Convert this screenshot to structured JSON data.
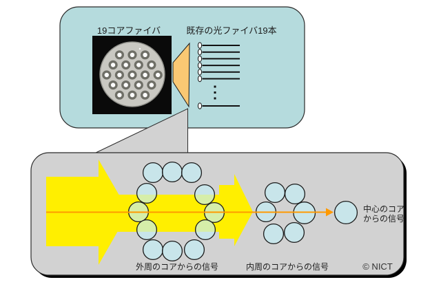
{
  "figure": {
    "top_panel": {
      "fiber_label": "19コアファイバ",
      "existing_label": "既存の光ファイバ19本",
      "core_count": 19,
      "fanout_lines_visible": 7
    },
    "bottom_panel": {
      "outer_label": "外周のコアからの信号",
      "inner_label": "内周のコアからの信号",
      "center_label": {
        "line1": "中心のコア",
        "line2": "からの信号"
      },
      "credit": "© NICT",
      "outer_circle_count": 12,
      "inner_circle_count": 6,
      "center_circle_count": 1
    },
    "colors": {
      "top_panel_fill": "#b5dbdd",
      "bottom_panel_fill": "#d2d2d2",
      "beam_yellow": "#ffef00",
      "signal_orange": "#ff9900",
      "fanout_fill": "#fac873",
      "core_circle_fill": "rgba(196,238,245,0.69)"
    }
  }
}
